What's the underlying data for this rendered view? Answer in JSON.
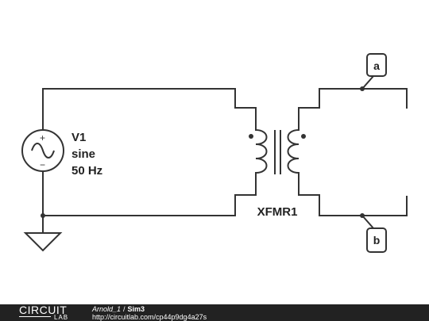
{
  "source": {
    "name": "V1",
    "type": "sine",
    "frequency": "50 Hz"
  },
  "transformer": {
    "name": "XFMR1"
  },
  "nodes": {
    "a": "a",
    "b": "b"
  },
  "footer": {
    "logo_top": "CIRCUIT",
    "logo_bottom": "LAB",
    "author": "Arnold_1",
    "separator": "/",
    "title": "Sim3",
    "url": "http://circuitlab.com/cp44p9dg4a27s"
  },
  "colors": {
    "wire": "#333333",
    "footer_bg": "#222222"
  }
}
